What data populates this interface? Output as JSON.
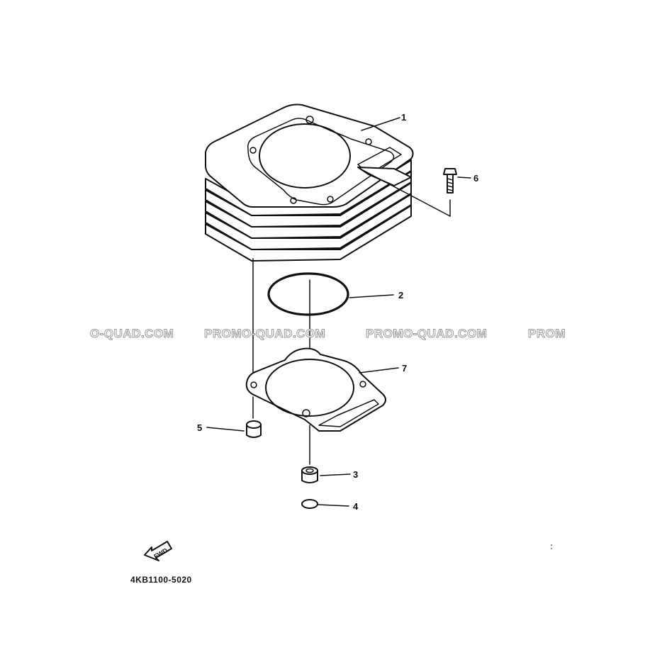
{
  "diagram": {
    "parts": [
      {
        "number": "1",
        "part": "cylinder"
      },
      {
        "number": "2",
        "part": "o-ring-large"
      },
      {
        "number": "3",
        "part": "dowel-pin-lower"
      },
      {
        "number": "4",
        "part": "o-ring-small"
      },
      {
        "number": "5",
        "part": "dowel-pin-left"
      },
      {
        "number": "6",
        "part": "bolt"
      },
      {
        "number": "7",
        "part": "cylinder-gasket"
      }
    ],
    "fwd_label": "FWD",
    "part_code": "4KB1100-5020"
  },
  "watermark": {
    "texts": [
      "O-QUAD.COM",
      "PROMO-QUAD.COM",
      "PROMO-QUAD.COM",
      "PROM"
    ]
  }
}
